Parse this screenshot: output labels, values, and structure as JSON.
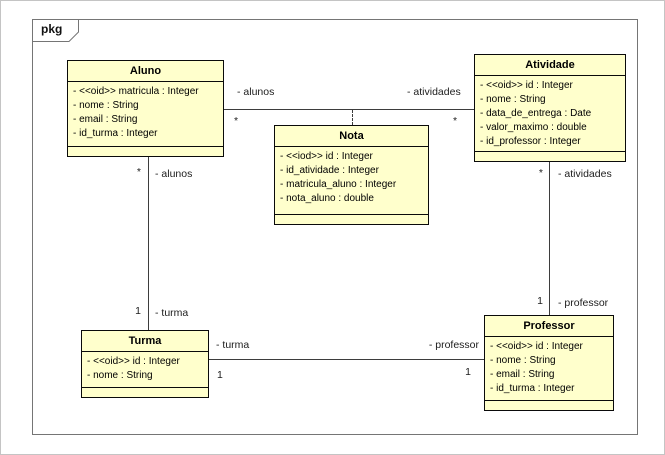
{
  "frame": {
    "tab_label": "pkg"
  },
  "colors": {
    "class_fill": "#FFFFCC",
    "class_border": "#0a0a0a",
    "frame_border": "#757575",
    "line_color": "#3d3d3d",
    "background": "#ffffff"
  },
  "diagram_type": "uml-class-diagram",
  "classes": [
    {
      "name": "Aluno",
      "attributes": [
        "- <<oid>> matricula : Integer",
        "- nome : String",
        "- email : String",
        "- id_turma : Integer"
      ]
    },
    {
      "name": "Atividade",
      "attributes": [
        "- <<oid>> id : Integer",
        "- nome : String",
        "- data_de_entrega : Date",
        "- valor_maximo : double",
        "- id_professor : Integer"
      ]
    },
    {
      "name": "Nota",
      "attributes": [
        "- <<iod>> id : Integer",
        "- id_atividade : Integer",
        "- matricula_aluno : Integer",
        "- nota_aluno : double"
      ]
    },
    {
      "name": "Turma",
      "attributes": [
        "- <<oid>> id : Integer",
        "- nome : String"
      ]
    },
    {
      "name": "Professor",
      "attributes": [
        "- <<oid>> id : Integer",
        "- nome : String",
        "- email : String",
        "- id_turma : Integer"
      ]
    }
  ],
  "associations": [
    {
      "id": "aluno-atividade",
      "end1": {
        "role": "- alunos",
        "mult": "*"
      },
      "end2": {
        "role": "- atividades",
        "mult": "*"
      },
      "association_class": "Nota"
    },
    {
      "id": "aluno-turma",
      "end1": {
        "role": "- alunos",
        "mult": "*"
      },
      "end2": {
        "role": "- turma",
        "mult": "1"
      }
    },
    {
      "id": "atividade-professor",
      "end1": {
        "role": "- atividades",
        "mult": "*"
      },
      "end2": {
        "role": "- professor",
        "mult": "1"
      }
    },
    {
      "id": "turma-professor",
      "end1": {
        "role": "- turma",
        "mult": "1"
      },
      "end2": {
        "role": "- professor",
        "mult": "1"
      }
    }
  ]
}
